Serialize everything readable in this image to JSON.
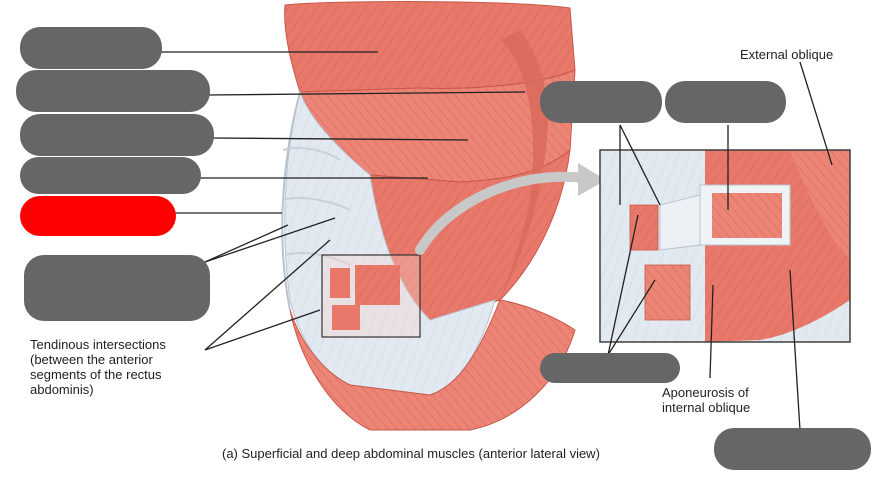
{
  "labels": {
    "external_oblique": "External oblique",
    "tendinous": [
      "Tendinous intersections",
      "(between the anterior",
      "segments of the rectus",
      "abdominis)"
    ],
    "aponeurosis": [
      "Aponeurosis of",
      "internal oblique"
    ],
    "caption": "(a) Superficial and deep abdominal muscles (anterior lateral view)"
  },
  "blank_labels": [
    {
      "id": "blank-1",
      "state": "hidden"
    },
    {
      "id": "blank-2",
      "state": "hidden"
    },
    {
      "id": "blank-3",
      "state": "hidden"
    },
    {
      "id": "blank-4",
      "state": "hidden"
    },
    {
      "id": "blank-5",
      "state": "selected"
    },
    {
      "id": "blank-6",
      "state": "hidden"
    },
    {
      "id": "blank-7",
      "state": "hidden"
    },
    {
      "id": "blank-8",
      "state": "hidden"
    },
    {
      "id": "blank-9",
      "state": "hidden"
    },
    {
      "id": "blank-10",
      "state": "hidden"
    }
  ],
  "colors": {
    "muscle": "#e8796a",
    "muscle_dark": "#c9574a",
    "aponeurosis": "#dde4ec",
    "blank": "#666666",
    "selected": "#ff0000"
  }
}
